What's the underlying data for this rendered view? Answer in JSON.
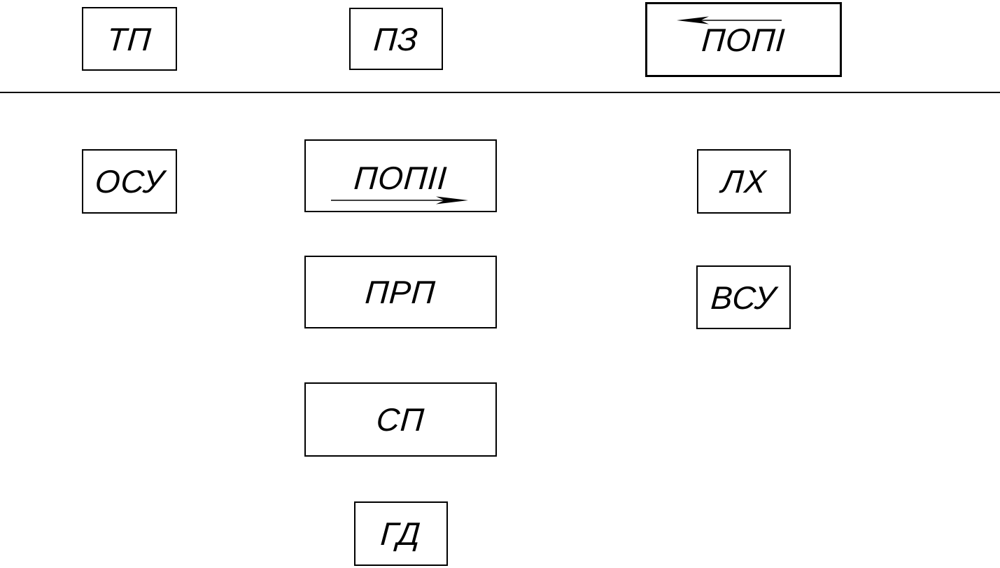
{
  "colors": {
    "ink": "#000000",
    "background": "#ffffff"
  },
  "diagram": {
    "divider": {
      "present": true,
      "orientation": "horizontal"
    },
    "boxes": {
      "tp": {
        "label": "ТП"
      },
      "pz": {
        "label": "ПЗ"
      },
      "pop1": {
        "label": "ПОПI",
        "arrow_direction": "left"
      },
      "osu": {
        "label": "ОСУ"
      },
      "pop2": {
        "label": "ПОПII",
        "arrow_direction": "right"
      },
      "lh": {
        "label": "ЛХ"
      },
      "prp": {
        "label": "ПРП"
      },
      "vsu": {
        "label": "ВСУ"
      },
      "sp": {
        "label": "СП"
      },
      "gd": {
        "label": "ГД"
      }
    }
  }
}
